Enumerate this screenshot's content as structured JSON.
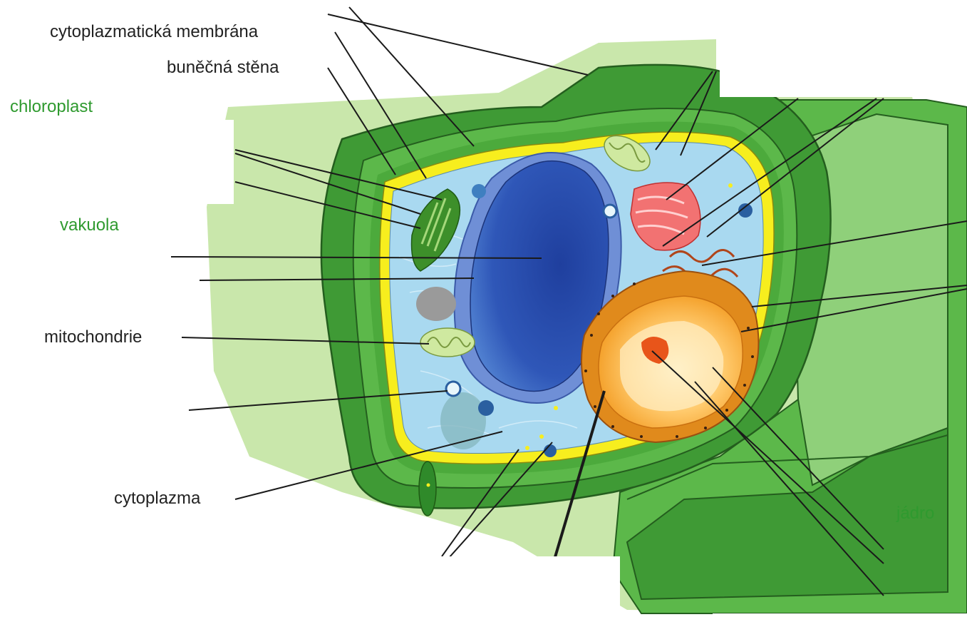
{
  "diagram": {
    "labels": {
      "cytoplasmic_membrane": "cytoplazmatická membrána",
      "cell_wall": "buněčná stěna",
      "chloroplast": "chloroplast",
      "vacuole": "vakuola",
      "mitochondria": "mitochondrie",
      "cytoplasm": "cytoplazma",
      "nucleus": "jádro"
    },
    "colors": {
      "background_tissue": "#c8e6a8",
      "cell_wall_dark": "#3f9a35",
      "cell_wall_mid": "#5cb84a",
      "cell_wall_light": "#8fd07a",
      "membrane": "#f7ee1e",
      "cytoplasm": "#a8d8f0",
      "vacuole": "#2a4fb0",
      "nucleus_envelope": "#e08a1c",
      "nucleus_inner": "#ffc96b",
      "nucleolus": "#e8551a",
      "golgi": "#f06a6a",
      "chloroplast": "#3d8f2a",
      "mitochondrion": "#cfe9a0",
      "label_green": "#2f9a2f",
      "label_black": "#222222"
    }
  }
}
